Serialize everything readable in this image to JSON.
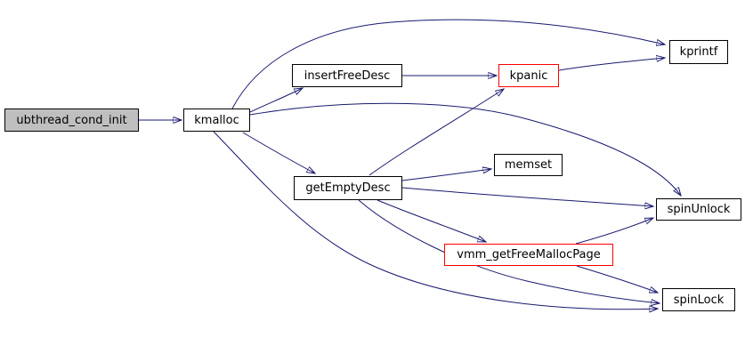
{
  "diagram": {
    "type": "call-graph",
    "background_color": "#ffffff",
    "edge_color": "#191970",
    "node_border_color": "#000000",
    "highlight_border_color": "#ff0000",
    "root_fill_color": "#bfbfbf",
    "node_fill_color": "#ffffff",
    "text_color": "#000000"
  },
  "nodes": {
    "ubthread_cond_init": {
      "label": "ubthread_cond_init",
      "role": "root"
    },
    "kmalloc": {
      "label": "kmalloc",
      "role": "normal"
    },
    "insertFreeDesc": {
      "label": "insertFreeDesc",
      "role": "normal"
    },
    "kpanic": {
      "label": "kpanic",
      "role": "highlight"
    },
    "kprintf": {
      "label": "kprintf",
      "role": "normal"
    },
    "getEmptyDesc": {
      "label": "getEmptyDesc",
      "role": "normal"
    },
    "memset": {
      "label": "memset",
      "role": "normal"
    },
    "spinUnlock": {
      "label": "spinUnlock",
      "role": "normal"
    },
    "vmm_getFreeMallocPage": {
      "label": "vmm_getFreeMallocPage",
      "role": "highlight"
    },
    "spinLock": {
      "label": "spinLock",
      "role": "normal"
    }
  },
  "edges": [
    {
      "from": "ubthread_cond_init",
      "to": "kmalloc"
    },
    {
      "from": "kmalloc",
      "to": "insertFreeDesc"
    },
    {
      "from": "kmalloc",
      "to": "kprintf"
    },
    {
      "from": "kmalloc",
      "to": "getEmptyDesc"
    },
    {
      "from": "kmalloc",
      "to": "spinUnlock"
    },
    {
      "from": "kmalloc",
      "to": "spinLock"
    },
    {
      "from": "insertFreeDesc",
      "to": "kpanic"
    },
    {
      "from": "kpanic",
      "to": "kprintf"
    },
    {
      "from": "getEmptyDesc",
      "to": "kpanic"
    },
    {
      "from": "getEmptyDesc",
      "to": "memset"
    },
    {
      "from": "getEmptyDesc",
      "to": "spinUnlock"
    },
    {
      "from": "getEmptyDesc",
      "to": "vmm_getFreeMallocPage"
    },
    {
      "from": "getEmptyDesc",
      "to": "spinLock"
    },
    {
      "from": "vmm_getFreeMallocPage",
      "to": "spinUnlock"
    },
    {
      "from": "vmm_getFreeMallocPage",
      "to": "spinLock"
    }
  ]
}
